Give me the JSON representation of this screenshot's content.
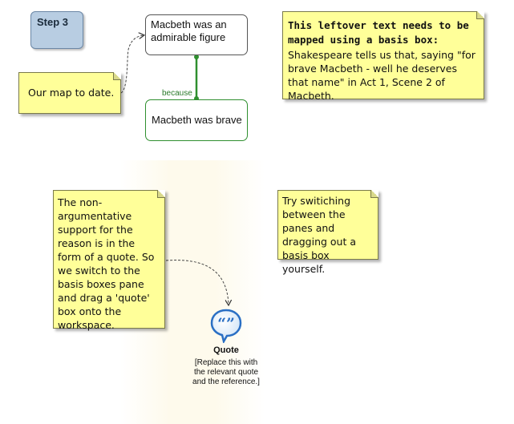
{
  "step": {
    "label": "Step 3"
  },
  "claim": {
    "text": "Macbeth was an admirable figure"
  },
  "reason": {
    "text": "Macbeth was brave",
    "connector_label": "because"
  },
  "notes": {
    "map_to_date": "Our map to date.",
    "leftover_header": "This leftover text needs to be mapped using a basis box:",
    "leftover_body": "Shakespeare tells us that, saying \"for brave Macbeth - well he deserves that name\" in Act 1, Scene 2 of Macbeth.",
    "non_argumentative": "The non-argumentative support for the reason is in the form of a quote.  So we switch to the basis boxes pane and drag a 'quote' box onto the workspace.",
    "try_switching": "Try switiching between the panes and dragging out a basis box yourself."
  },
  "quote_box": {
    "title": "Quote",
    "description": "[Replace this with the relevant quote and the reference.]"
  },
  "colors": {
    "note_fill": "#ffff99",
    "step_fill": "#b8cde2",
    "reason_border": "#2f8f2f",
    "quote_icon": "#2a6fc4"
  },
  "icons": {
    "quote": "quote-speech-bubble-icon"
  }
}
